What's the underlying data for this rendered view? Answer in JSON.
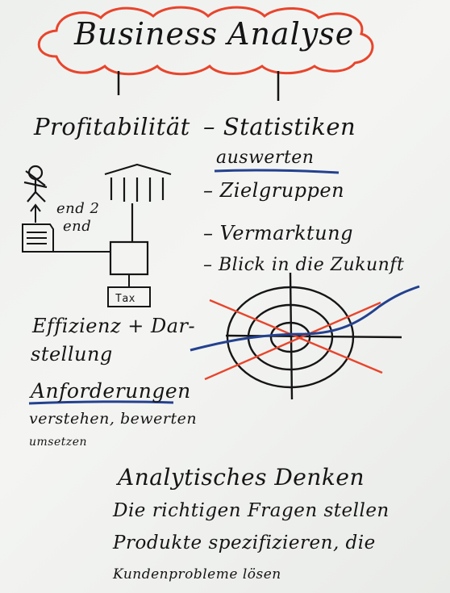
{
  "title": {
    "word1": "Business",
    "word2": "Analyse"
  },
  "left": {
    "profit": "Profitabilität",
    "end2": "end 2",
    "end": "end",
    "tax": "Tax",
    "effizienz": "Effizienz + Dar-",
    "stellung": "stellung",
    "anforderungen": "Anforderungen",
    "verstehen": "verstehen, bewerten",
    "umsetzen": "umsetzen"
  },
  "right": {
    "statistiken": "– Statistiken",
    "auswerten": "auswerten",
    "zielgruppen": "– Zielgruppen",
    "vermarktung": "– Vermarktung",
    "blick": "– Blick in die Zukunft"
  },
  "bottom": {
    "analytisch": "Analytisches Denken",
    "fragen": "Die richtigen Fragen stellen",
    "produkte": "Produkte spezifizieren, die",
    "kunden": "Kundenprobleme lösen"
  },
  "colors": {
    "ink": "#151515",
    "red": "#e8452c",
    "blue": "#24418f"
  }
}
